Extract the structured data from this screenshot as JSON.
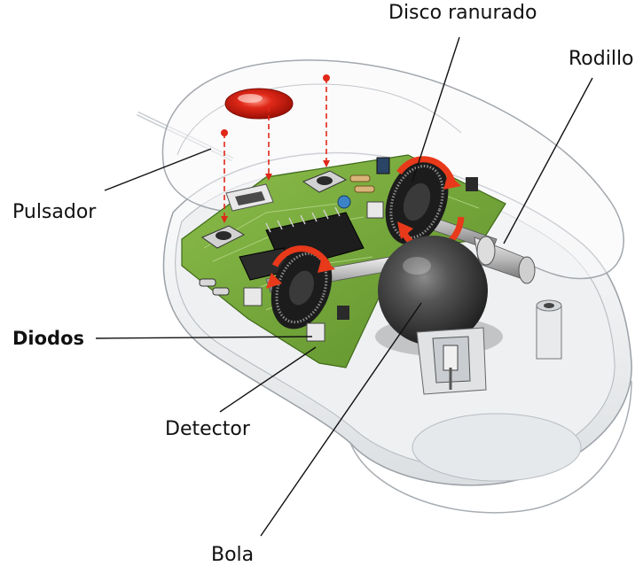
{
  "labels": {
    "disco": "Disco ranurado",
    "rodillo": "Rodillo",
    "pulsador": "Pulsador",
    "diodos": "Diodos",
    "detector": "Detector",
    "bola": "Bola"
  },
  "colors": {
    "board": "#6fa13a",
    "board_dark": "#4a7a22",
    "ball": "#3c3c3c",
    "arrow": "#e8391a",
    "button_red": "#d21e10",
    "shell": "#f4f5f6",
    "line": "#111111"
  }
}
